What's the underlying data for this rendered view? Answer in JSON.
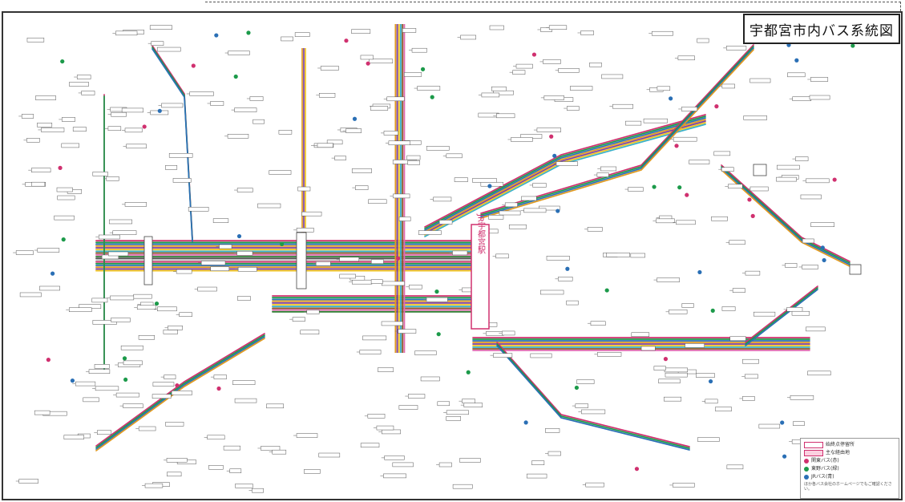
{
  "title": "宇都宮市内バス系統図",
  "colors": {
    "frame": "#333333",
    "kanto_bus": "#d0306f",
    "toya_bus": "#1c9a4a",
    "jr_bus": "#2a6fb5",
    "station_label": "#d0306f"
  },
  "line_palette": [
    "#d0306f",
    "#1c9a4a",
    "#2a6fb5",
    "#e09a20",
    "#7b3fa0",
    "#f0c420",
    "#39b0c8",
    "#8a5a2b",
    "#e06ab0",
    "#2e7d32",
    "#555555",
    "#c0c0c0"
  ],
  "station_label": "JR宇都宮駅",
  "legend": {
    "row1": "始終点停留所",
    "row2": "主な経由地",
    "row3": "関東バス(赤)",
    "row4": "東野バス(緑)",
    "row5": "JRバス(青)",
    "note": "ほか各バス会社のホームページでもご確認ください。"
  }
}
